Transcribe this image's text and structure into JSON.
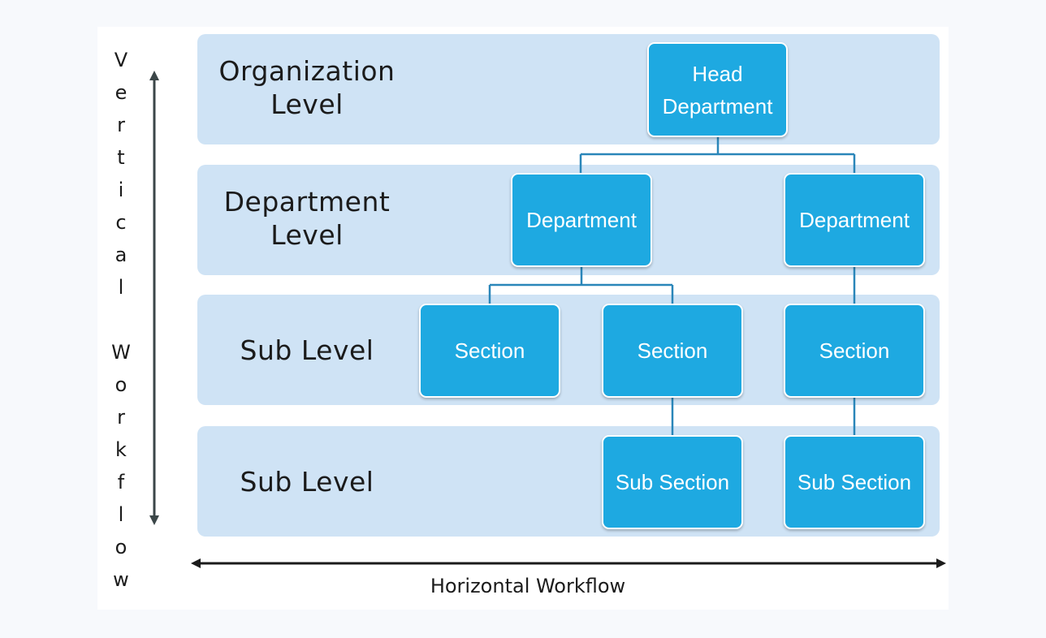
{
  "diagram": {
    "levels": [
      {
        "label": "Organization Level"
      },
      {
        "label": "Department Level"
      },
      {
        "label": "Sub Level"
      },
      {
        "label": "Sub Level"
      }
    ],
    "nodes": {
      "head": "Head Department",
      "dept_left": "Department",
      "dept_right": "Department",
      "section_1": "Section",
      "section_2": "Section",
      "section_3": "Section",
      "subsection_1": "Sub Section",
      "subsection_2": "Sub Section"
    },
    "vertical_axis": {
      "letters": [
        "V",
        "e",
        "r",
        "t",
        "i",
        "c",
        "a",
        "l",
        "W",
        "o",
        "r",
        "k",
        "f",
        "l",
        "o",
        "w"
      ]
    },
    "horizontal_axis": {
      "label": "Horizontal Workflow"
    },
    "colors": {
      "band": "#cfe3f5",
      "node": "#1ea9e1",
      "connector": "#2a86b9",
      "arrow": "#3b4648"
    }
  }
}
